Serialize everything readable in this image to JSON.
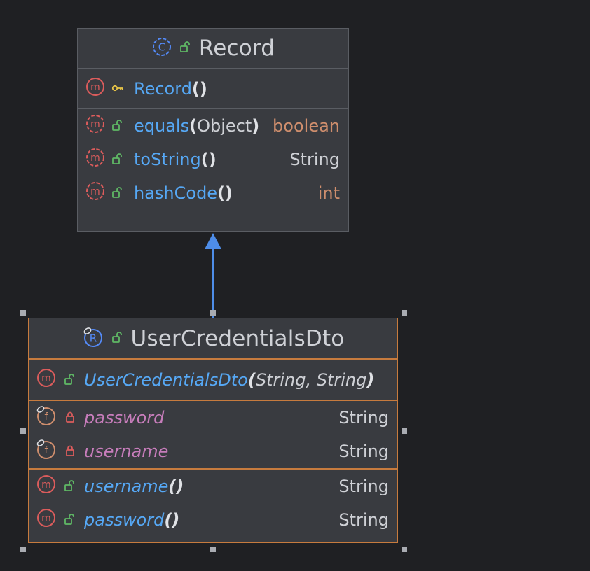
{
  "diagram": {
    "parent_class": {
      "name": "Record",
      "kind_icon": "class-icon",
      "constructors": [
        {
          "name": "Record",
          "params": "",
          "visibility": "package-key-icon"
        }
      ],
      "methods": [
        {
          "name": "equals",
          "params": "Object",
          "type": "boolean",
          "type_style": "primitive"
        },
        {
          "name": "toString",
          "params": "",
          "type": "String",
          "type_style": "default"
        },
        {
          "name": "hashCode",
          "params": "",
          "type": "int",
          "type_style": "primitive"
        }
      ]
    },
    "child_class": {
      "name": "UserCredentialsDto",
      "kind_icon": "record-icon",
      "constructors": [
        {
          "name": "UserCredentialsDto",
          "params": "String, String"
        }
      ],
      "fields": [
        {
          "name": "password",
          "type": "String"
        },
        {
          "name": "username",
          "type": "String"
        }
      ],
      "methods": [
        {
          "name": "username",
          "type": "String"
        },
        {
          "name": "password",
          "type": "String"
        }
      ]
    },
    "relation": "extends",
    "colors": {
      "background": "#1f2023",
      "node_fill": "#393b40",
      "selection_border": "#c77b3e",
      "arrow": "#4e8de8",
      "method": "#56a8f5",
      "field": "#c77dbb",
      "primitive_type": "#cf8e6d"
    }
  }
}
